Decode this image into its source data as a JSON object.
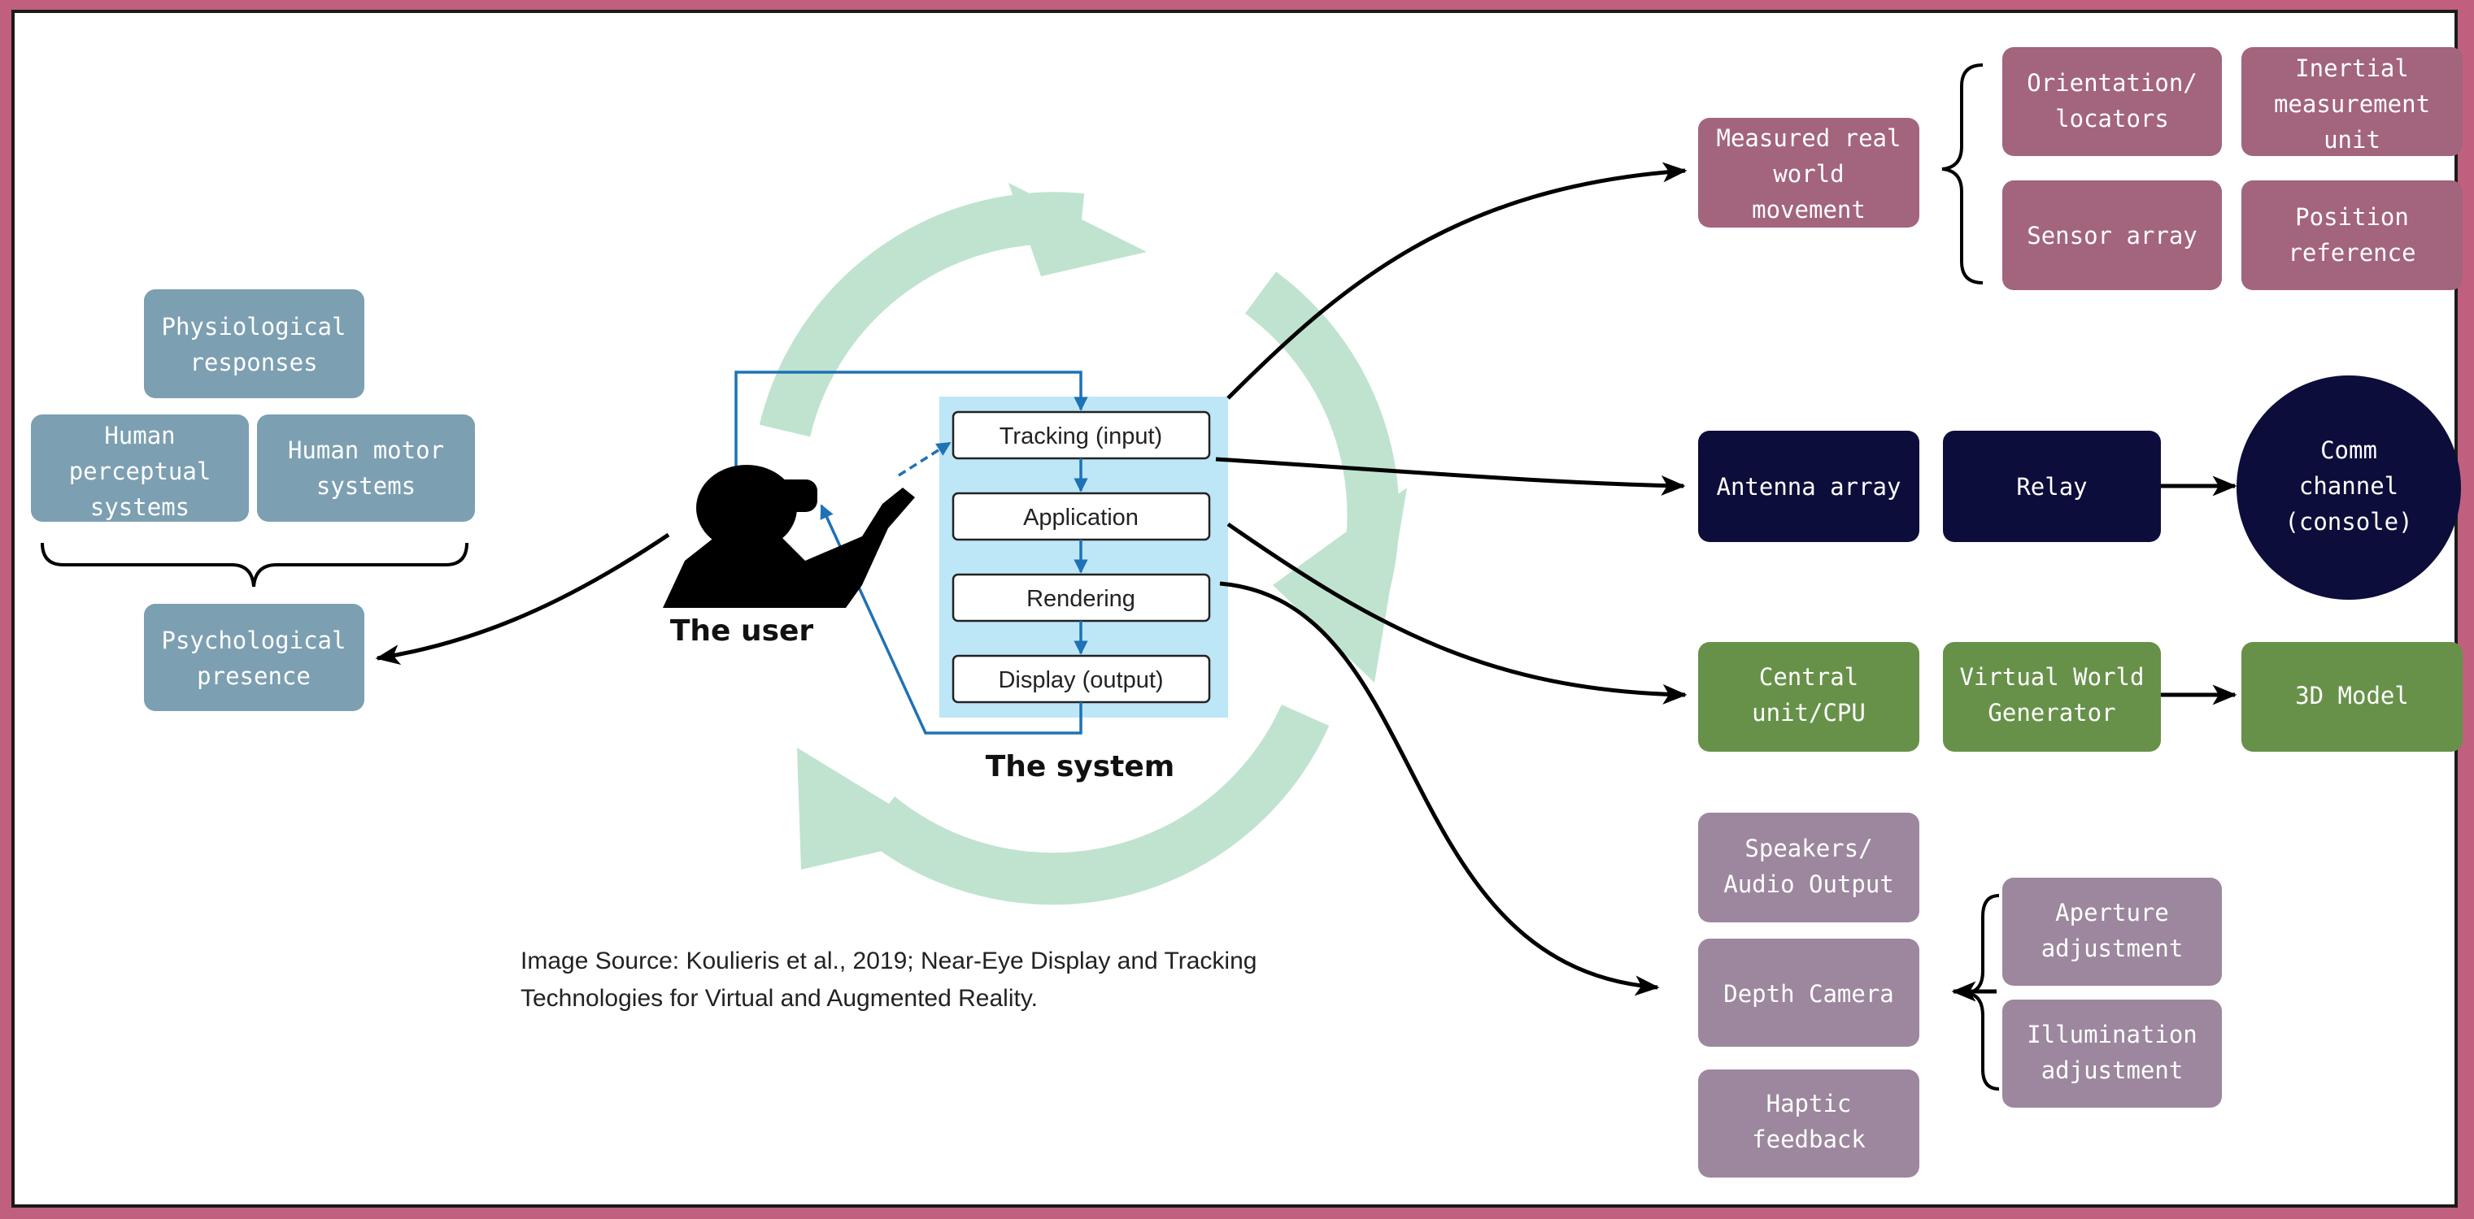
{
  "user_label": "The user",
  "system_label": "The system",
  "pipeline": {
    "tracking": "Tracking (input)",
    "application": "Application",
    "rendering": "Rendering",
    "display": "Display (output)"
  },
  "human_side": {
    "physiological": [
      "Physiological",
      "responses"
    ],
    "perceptual": [
      "Human",
      "perceptual",
      "systems"
    ],
    "motor": [
      "Human motor",
      "systems"
    ],
    "presence": [
      "Psychological",
      "presence"
    ]
  },
  "tracking_branch": {
    "measured": [
      "Measured real",
      "world",
      "movement"
    ],
    "orientation": [
      "Orientation/",
      "locators"
    ],
    "imu": [
      "Inertial",
      "measurement",
      "unit"
    ],
    "sensor": [
      "Sensor array"
    ],
    "position": [
      "Position",
      "reference"
    ]
  },
  "comm_branch": {
    "antenna": [
      "Antenna array"
    ],
    "relay": [
      "Relay"
    ],
    "comm": [
      "Comm",
      "channel",
      "(console)"
    ]
  },
  "compute_branch": {
    "cpu": [
      "Central",
      "unit/CPU"
    ],
    "generator": [
      "Virtual World",
      "Generator"
    ],
    "model": [
      "3D Model"
    ]
  },
  "output_branch": {
    "speakers": [
      "Speakers/",
      "Audio Output"
    ],
    "depth": [
      "Depth Camera"
    ],
    "haptic": [
      "Haptic",
      "feedback"
    ],
    "aperture": [
      "Aperture",
      "adjustment"
    ],
    "illumination": [
      "Illumination",
      "adjustment"
    ]
  },
  "caption": [
    "Image Source: Koulieris et al., 2019; Near-Eye Display and Tracking",
    "Technologies for Virtual and Augmented Reality."
  ],
  "colors": {
    "blue_box": "#7c9fb2",
    "mauve_box": "#a3647d",
    "navy_box": "#0d0d3b",
    "green_box": "#679149",
    "lavender_box": "#9c879e",
    "cycle_arrow": "#bfe3cf",
    "system_panel": "#bde6f7",
    "pipeline_blue": "#1e72b5"
  }
}
